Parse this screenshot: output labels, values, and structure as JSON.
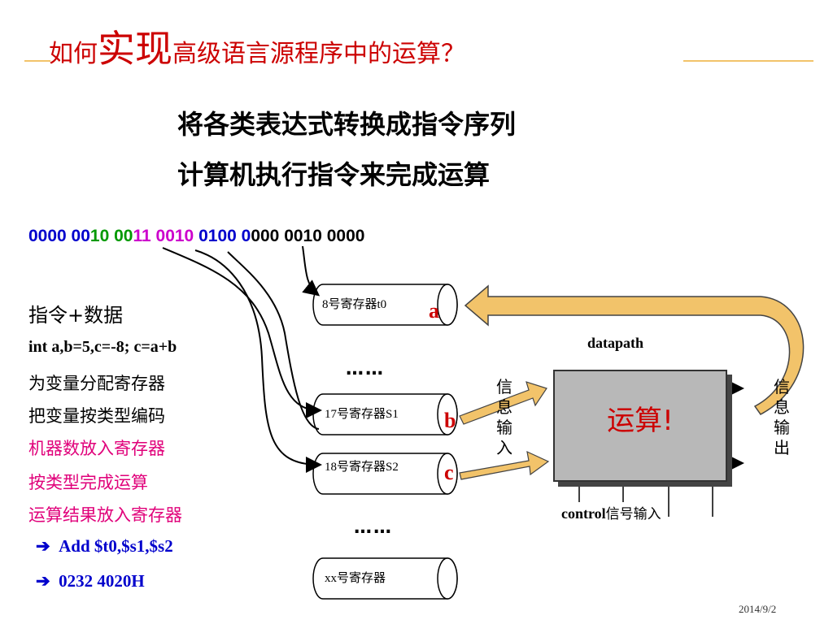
{
  "title": {
    "pre": "如何",
    "big": "实现",
    "post": "高级语言源程序中的运算？"
  },
  "subtitle": {
    "line1": "将各类表达式转换成指令序列",
    "line2": "计算机执行指令来完成运算"
  },
  "bits": {
    "b1": "0000 00",
    "b2": "10 00",
    "b3": "11",
    "b4": " 0010",
    "b5": " 0100 0",
    "b6": "000 0010 0000"
  },
  "left": {
    "heading": "指令+数据",
    "code": "int a,b=5,c=-8;  c=a+b",
    "step1": "为变量分配寄存器",
    "step2": "把变量按类型编码",
    "step3": "机器数放入寄存器",
    "step4": "按类型完成运算",
    "step5": "运算结果放入寄存器",
    "arrow": "",
    "instr1": "Add  $t0,$s1,$s2",
    "instr2": "0232 4020H"
  },
  "registers": {
    "r1": "8号寄存器t0",
    "r1_var": "a",
    "dots1": "……",
    "r2": "17号寄存器S1",
    "r2_var": "b",
    "r3": "18号寄存器S2",
    "r3_var": "c",
    "dots2": "……",
    "r4": "xx号寄存器"
  },
  "alu": {
    "label": "运算!",
    "datapath": "datapath",
    "control_a": "control",
    "control_b": "信号输入",
    "in_text": "信\n息\n输\n入",
    "out_text": "信\n息\n输\n出"
  },
  "date": "2014/9/2"
}
